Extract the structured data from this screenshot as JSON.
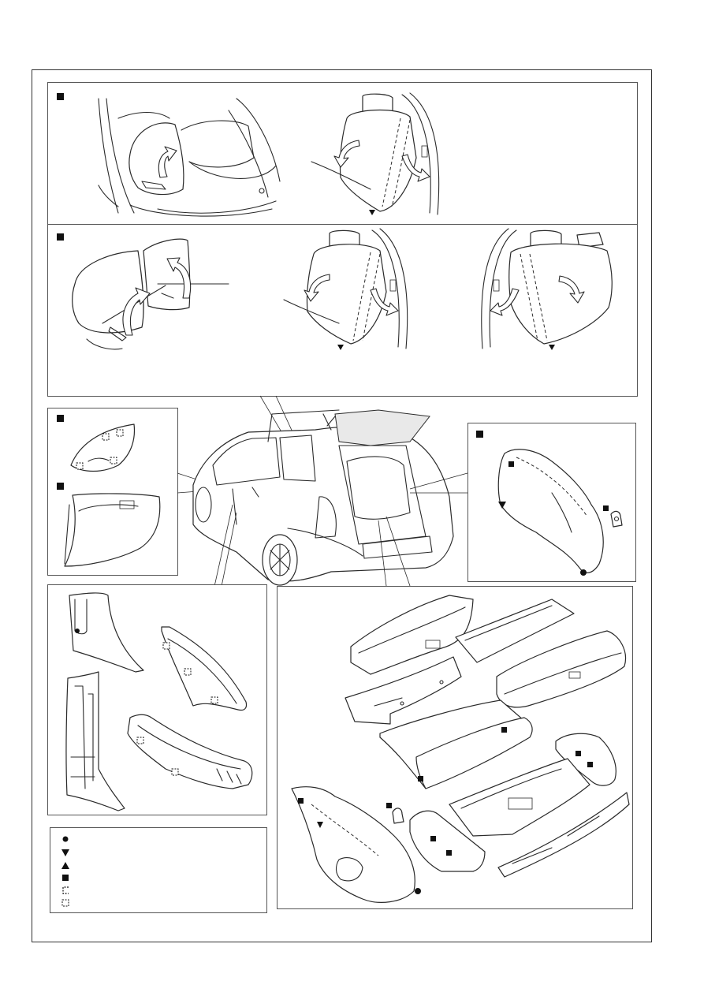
{
  "legend": {
    "items": [
      {
        "symbol": "circle",
        "icon": "filled-circle-icon",
        "label": ""
      },
      {
        "symbol": "triangle-down",
        "icon": "triangle-down-icon",
        "label": ""
      },
      {
        "symbol": "triangle-up",
        "icon": "triangle-up-icon",
        "label": ""
      },
      {
        "symbol": "square",
        "icon": "filled-square-icon",
        "label": ""
      },
      {
        "symbol": "clip-c",
        "icon": "clip-c-icon",
        "label": ""
      },
      {
        "symbol": "clip-s",
        "icon": "clip-square-icon",
        "label": ""
      }
    ]
  },
  "colors": {
    "ink": "#2a2a2a",
    "border": "#555555",
    "marker": "#111111",
    "paper": "#ffffff"
  }
}
